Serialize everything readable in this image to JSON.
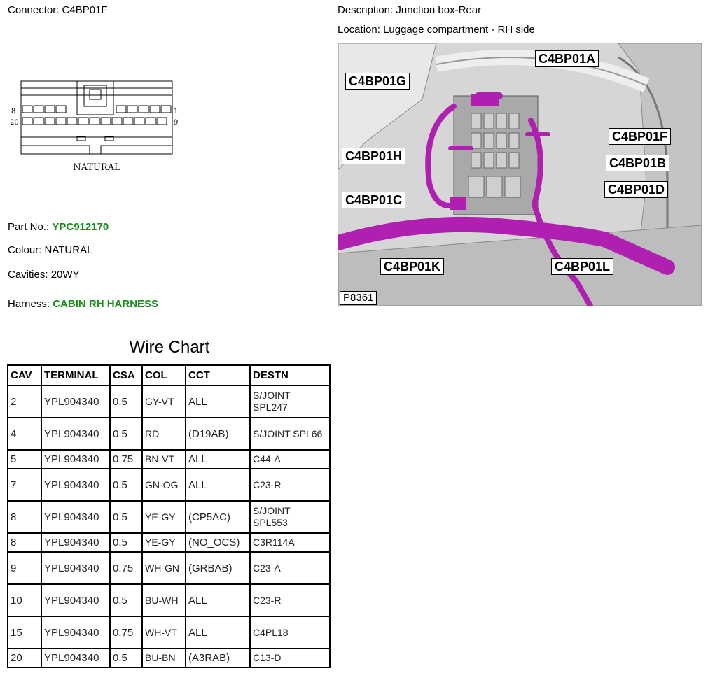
{
  "header": {
    "connector_label": "Connector:",
    "connector_value": "C4BP01F",
    "description_label": "Description:",
    "description_value": "Junction box-Rear",
    "location_label": "Location:",
    "location_value": "Luggage compartment - RH side"
  },
  "connector_face": {
    "pin_left_top": "8",
    "pin_left_bottom": "20",
    "pin_right_top": "1",
    "pin_right_bottom": "9",
    "color_label": "NATURAL"
  },
  "details": {
    "part_no_label": "Part No.:",
    "part_no_value": "YPC912170",
    "colour_label": "Colour:",
    "colour_value": "NATURAL",
    "cavities_label": "Cavities:",
    "cavities_value": "20WY",
    "harness_label": "Harness:",
    "harness_value": "CABIN RH HARNESS"
  },
  "photo": {
    "reference": "P8361",
    "callouts": {
      "a": "C4BP01A",
      "g": "C4BP01G",
      "f": "C4BP01F",
      "h": "C4BP01H",
      "b": "C4BP01B",
      "d": "C4BP01D",
      "c": "C4BP01C",
      "k": "C4BP01K",
      "l": "C4BP01L"
    }
  },
  "wire_chart": {
    "title": "Wire Chart",
    "headers": [
      "CAV",
      "TERMINAL",
      "CSA",
      "COL",
      "CCT",
      "DESTN"
    ],
    "rows": [
      {
        "cav": "2",
        "terminal": "YPL904340",
        "csa": "0.5",
        "col": "GY-VT",
        "cct": "ALL",
        "destn": "S/JOINT SPL247"
      },
      {
        "cav": "4",
        "terminal": "YPL904340",
        "csa": "0.5",
        "col": "RD",
        "cct": "(D19AB)",
        "destn": "S/JOINT SPL66"
      },
      {
        "cav": "5",
        "terminal": "YPL904340",
        "csa": "0.75",
        "col": "BN-VT",
        "cct": "ALL",
        "destn": "C44-A"
      },
      {
        "cav": "7",
        "terminal": "YPL904340",
        "csa": "0.5",
        "col": "GN-OG",
        "cct": "ALL",
        "destn": "C23-R"
      },
      {
        "cav": "8",
        "terminal": "YPL904340",
        "csa": "0.5",
        "col": "YE-GY",
        "cct": "(CP5AC)",
        "destn": "S/JOINT SPL553"
      },
      {
        "cav": "8",
        "terminal": "YPL904340",
        "csa": "0.5",
        "col": "YE-GY",
        "cct": "(NO_OCS)",
        "destn": "C3R114A"
      },
      {
        "cav": "9",
        "terminal": "YPL904340",
        "csa": "0.75",
        "col": "WH-GN",
        "cct": "(GRBAB)",
        "destn": "C23-A"
      },
      {
        "cav": "10",
        "terminal": "YPL904340",
        "csa": "0.5",
        "col": "BU-WH",
        "cct": "ALL",
        "destn": "C23-R"
      },
      {
        "cav": "15",
        "terminal": "YPL904340",
        "csa": "0.75",
        "col": "WH-VT",
        "cct": "ALL",
        "destn": "C4PL18"
      },
      {
        "cav": "20",
        "terminal": "YPL904340",
        "csa": "0.5",
        "col": "BU-BN",
        "cct": "(A3RAB)",
        "destn": "C13-D"
      }
    ]
  },
  "colors": {
    "accent_green": "#1a8a1a",
    "harness_purple": "#b020b0"
  }
}
